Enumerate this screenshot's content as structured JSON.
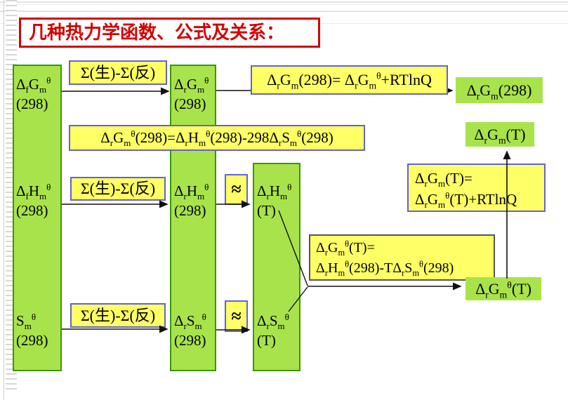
{
  "title": {
    "text": "几种热力学函数、公式及关系："
  },
  "colors": {
    "title_red": "#d40000",
    "green_fill": "#a9e34c",
    "green_border": "#3c9700",
    "yellow_fill": "#ffff66",
    "blue_border": "#6363cf",
    "dark_border": "#555555",
    "arrow_black": "#111111"
  },
  "boxes": {
    "fG": {
      "lines": [
        "Δ_f_G_m_^θ^",
        "(298)"
      ]
    },
    "fH": {
      "lines": [
        "Δ_f_H_m_^θ^",
        "(298)"
      ]
    },
    "S": {
      "lines": [
        "S_m_^θ^",
        "(298)"
      ]
    },
    "rG298": {
      "lines": [
        "Δ_r_G_m_^θ^",
        "(298)"
      ]
    },
    "rH298": {
      "lines": [
        "Δ_r_H_m_^θ^",
        "(298)"
      ]
    },
    "rS298": {
      "lines": [
        "Δ_r_S_m_^θ^",
        "(298)"
      ]
    },
    "rHT": {
      "lines": [
        "Δ_r_H_m_^θ^",
        "(T)"
      ]
    },
    "rST": {
      "lines": [
        "Δ_r_S_m_^θ^",
        "(T)"
      ]
    },
    "out_rG298": {
      "text": "Δ_r_G_m_(298)"
    },
    "out_rGT": {
      "text": "Δ_r_G_m_(T)"
    },
    "out_rGTheta": {
      "text": "Δ_r_G_m_^θ^(T)"
    }
  },
  "formulas": {
    "sigma": "Σ(生)-Σ(反)",
    "approx": "≈",
    "top": "Δ_r_G_m_(298)= Δ_r_G_m_^θ^+RTlnQ",
    "mid": "Δ_r_G_m_^θ^(298)=Δ_r_H_m_^θ^(298)-298Δ_r_S_m_^θ^(298)",
    "gT": {
      "lines": [
        "Δ_r_G_m_(T)=",
        "Δ_r_G_m_^θ^(T)+RTlnQ"
      ]
    },
    "gTheta": {
      "lines": [
        "Δ_r_G_m_^θ^(T)=",
        "Δ_r_H_m_^θ^(298)-TΔ_r_S_m_^θ^(298)"
      ]
    }
  }
}
